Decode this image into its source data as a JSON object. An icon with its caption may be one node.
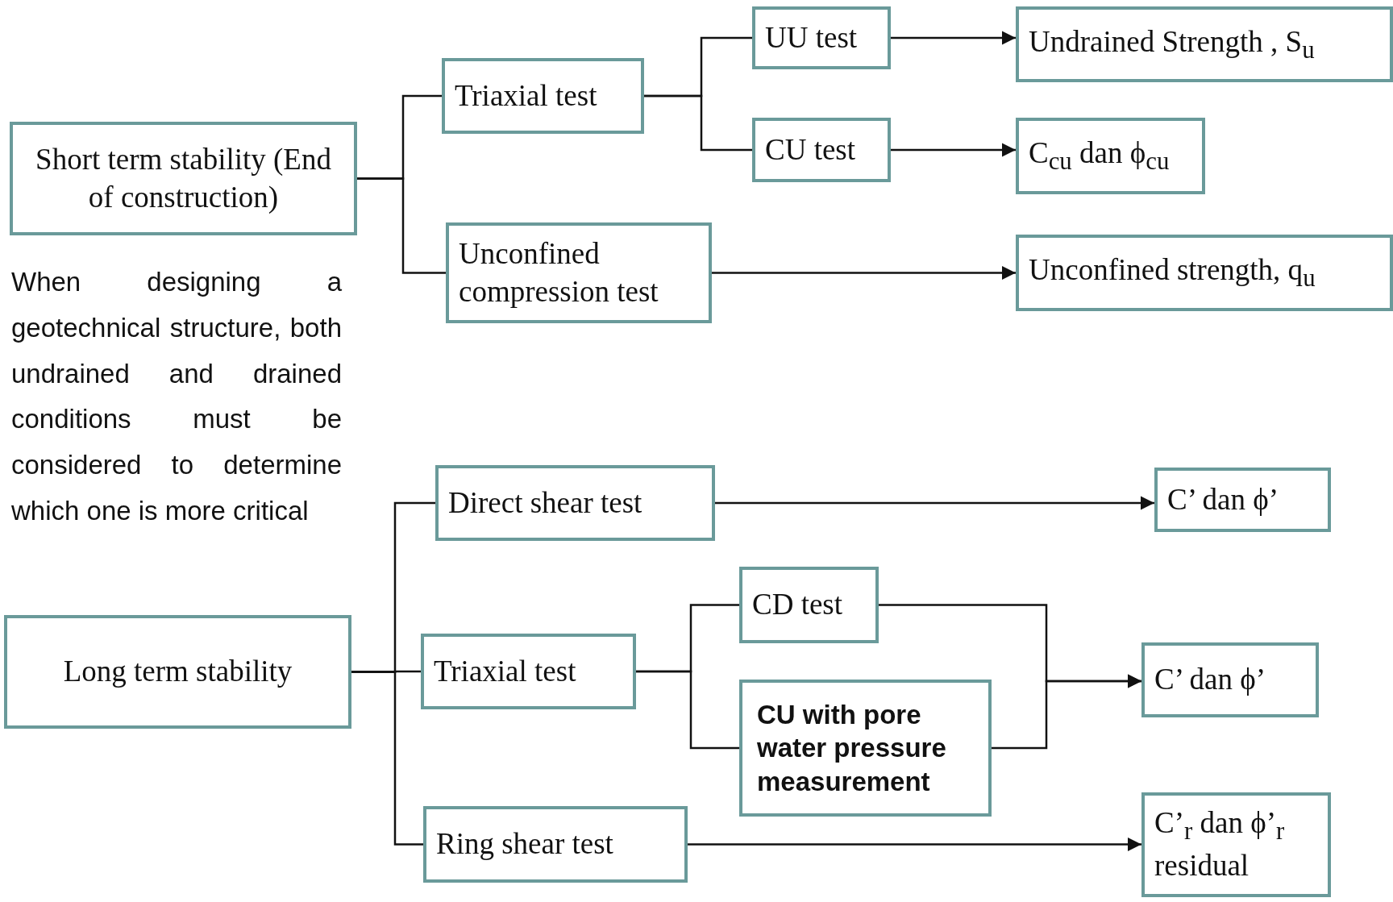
{
  "diagram": {
    "nodes": [
      {
        "text": [
          "Short term stability (End of construction)"
        ]
      },
      {
        "text": [
          "Triaxial test"
        ]
      },
      {
        "text": [
          "UU test"
        ]
      },
      {
        "text": [
          "CU test"
        ]
      },
      {
        "text": [
          "Unconfined compression test"
        ]
      },
      {
        "text": [
          "Undrained Strength , S$_{u}$"
        ]
      },
      {
        "text": [
          "C$_{cu}$ dan ϕ$_{cu}$"
        ]
      },
      {
        "text": [
          "Unconfined strength,  q$_{u}$"
        ]
      },
      {
        "text": [
          "Long term stability"
        ]
      },
      {
        "text": [
          "Direct shear test"
        ]
      },
      {
        "text": [
          "Triaxial test"
        ]
      },
      {
        "text": [
          "CD test"
        ]
      },
      {
        "text": [
          "CU with pore water pressure measurement"
        ]
      },
      {
        "text": [
          "Ring shear test"
        ]
      },
      {
        "text": [
          "C’ dan ϕ’"
        ]
      },
      {
        "text": [
          "C’ dan ϕ’"
        ]
      },
      {
        "text": [
          "C’$_{r}$ dan ϕ’$_{r}$ residual"
        ]
      }
    ],
    "edges": [
      {
        "from": 0,
        "to": 1,
        "arrow": "none"
      },
      {
        "from": 0,
        "to": 4,
        "arrow": "none"
      },
      {
        "from": 1,
        "to": 2,
        "arrow": "none"
      },
      {
        "from": 1,
        "to": 3,
        "arrow": "none"
      },
      {
        "from": 2,
        "to": 5,
        "arrow": "to"
      },
      {
        "from": 3,
        "to": 6,
        "arrow": "to"
      },
      {
        "from": 4,
        "to": 7,
        "arrow": "to"
      },
      {
        "from": 8,
        "to": 9,
        "arrow": "none"
      },
      {
        "from": 8,
        "to": 10,
        "arrow": "none"
      },
      {
        "from": 8,
        "to": 13,
        "arrow": "none"
      },
      {
        "from": 10,
        "to": 11,
        "arrow": "none"
      },
      {
        "from": 10,
        "to": 12,
        "arrow": "none"
      },
      {
        "from": 9,
        "to": 14,
        "arrow": "to"
      },
      {
        "from": 11,
        "to": 15,
        "arrow": "to"
      },
      {
        "from": 12,
        "to": 15,
        "arrow": "to"
      },
      {
        "from": 13,
        "to": 16,
        "arrow": "to"
      }
    ],
    "labels": [
      "When designing a geotechnical structure, both undrained and drained conditions must be considered to determine which one is more critical"
    ]
  }
}
